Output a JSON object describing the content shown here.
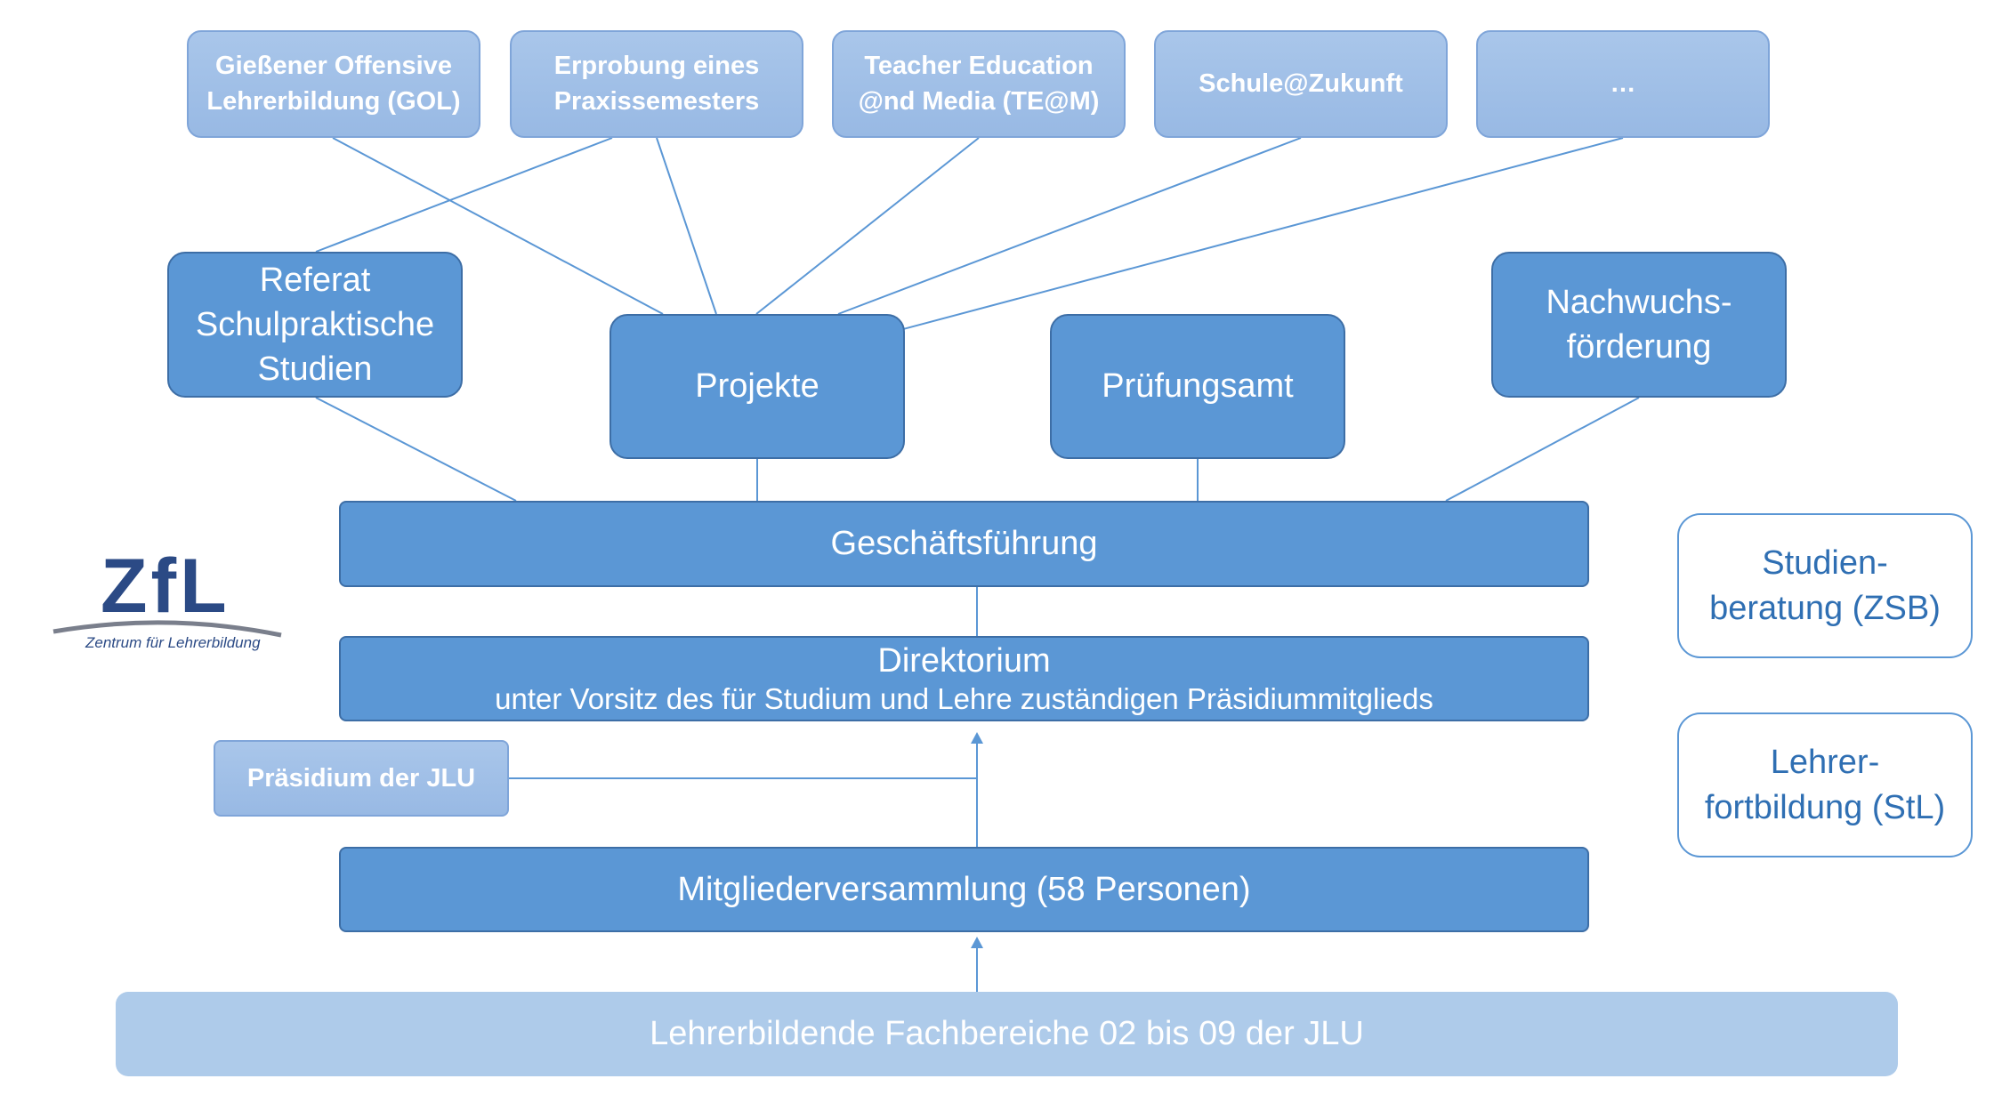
{
  "projects": [
    {
      "line1": "Gießener Offensive",
      "line2": "Lehrerbildung (GOL)"
    },
    {
      "line1": "Erprobung eines",
      "line2": "Praxissemesters"
    },
    {
      "line1": "Teacher Education",
      "line2": "@nd Media (TE@M)"
    },
    {
      "line1": "Schule@Zukunft",
      "line2": ""
    },
    {
      "line1": "…",
      "line2": ""
    }
  ],
  "units": {
    "referat": {
      "line1": "Referat",
      "line2": "Schulpraktische",
      "line3": "Studien"
    },
    "projekte": "Projekte",
    "pruefungsamt": "Prüfungsamt",
    "nachwuchs": {
      "line1": "Nachwuchs-",
      "line2": "förderung"
    }
  },
  "geschaeftsfuehrung": "Geschäftsführung",
  "direktorium": {
    "title": "Direktorium",
    "subtitle": "unter Vorsitz des für Studium und Lehre zuständigen Präsidiummitglieds"
  },
  "praesidium": "Präsidium der JLU",
  "mitgliederversammlung": "Mitgliederversammlung (58 Personen)",
  "fachbereiche": "Lehrerbildende Fachbereiche 02 bis 09 der JLU",
  "side": {
    "zsb": {
      "line1": "Studien-",
      "line2": "beratung (ZSB)"
    },
    "stl": {
      "line1": "Lehrer-",
      "line2": "fortbildung (StL)"
    }
  },
  "logo": {
    "mark": "ZfL",
    "tagline": "Zentrum für Lehrerbildung"
  },
  "colors": {
    "unit": "#5b97d5",
    "project": "#a9c6ea",
    "base": "#aecbea",
    "logo": "#2b4a85",
    "line": "#5b97d5"
  }
}
